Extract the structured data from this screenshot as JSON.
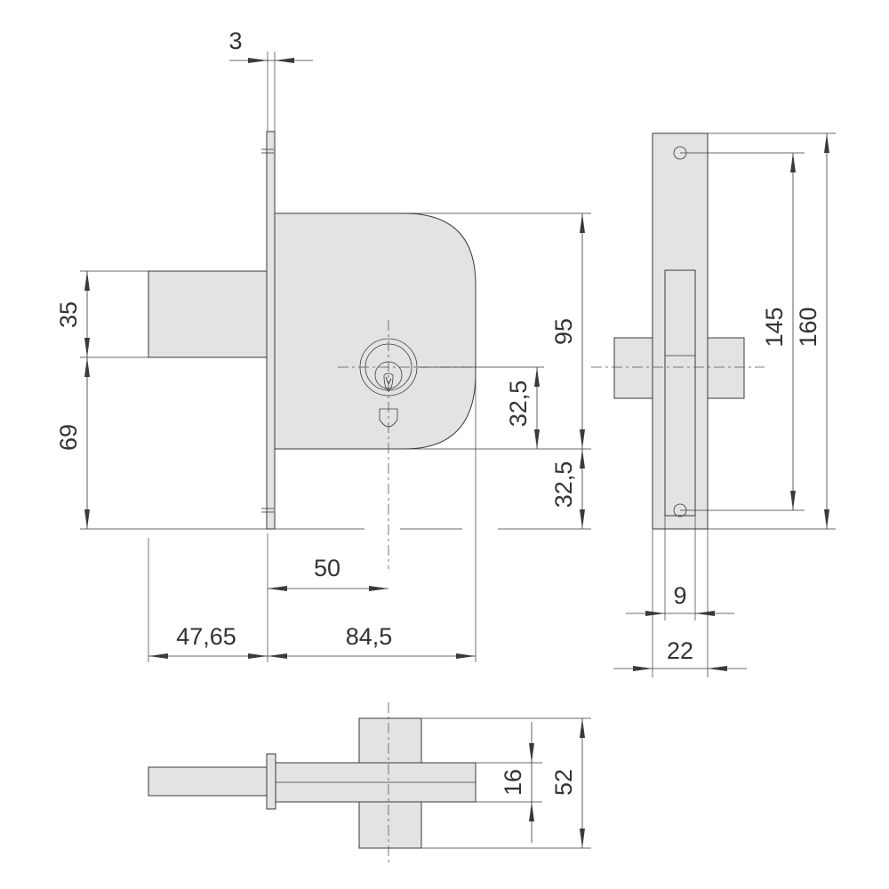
{
  "dimensions": {
    "faceplate_thickness": "3",
    "bolt_height": "35",
    "bolt_offset_bottom": "69",
    "case_height": "95",
    "keyhole_offset_upper": "32,5",
    "keyhole_offset_lower": "32,5",
    "backset": "50",
    "bolt_projection": "47,65",
    "case_width": "84,5",
    "faceplate_hole_spacing": "145",
    "faceplate_length": "160",
    "bolt_width": "9",
    "faceplate_width": "22",
    "bolt_thickness": "16",
    "keeper_depth": "52"
  },
  "colors": {
    "part_fill": "#e3e3e3",
    "line": "#3a3a3a"
  }
}
